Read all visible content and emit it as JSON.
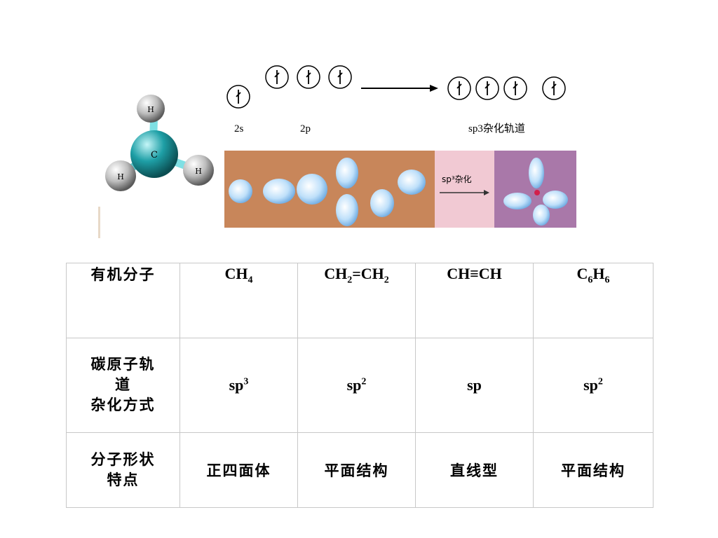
{
  "molecule": {
    "center_atom": "C",
    "outer_atoms": [
      "H",
      "H",
      "H"
    ]
  },
  "orbitals": {
    "s_label": "2s",
    "p_label": "2p",
    "hybrid_label": "sp3杂化轨道",
    "reaction_label": "sp³杂化"
  },
  "table": {
    "row1": {
      "header": "有机分子",
      "cells": [
        {
          "main": "CH",
          "sub": "4"
        },
        {
          "a": "CH",
          "a_sub": "2",
          "b": "=CH",
          "b_sub": "2"
        },
        {
          "main": "CH≡CH"
        },
        {
          "a": "C",
          "a_sub": "6",
          "b": "H",
          "b_sub": "6"
        }
      ]
    },
    "row2": {
      "header_line1": "碳原子轨",
      "header_line2": "道",
      "header_line3": "杂化方式",
      "cells": [
        {
          "base": "sp",
          "sup": "3"
        },
        {
          "base": "sp",
          "sup": "2"
        },
        {
          "base": "sp"
        },
        {
          "base": "sp",
          "sup": "2"
        }
      ]
    },
    "row3": {
      "header_line1": "分子形状",
      "header_line2": "特点",
      "cells": [
        "正四面体",
        "平面结构",
        "直线型",
        "平面结构"
      ]
    }
  },
  "colors": {
    "carbon": "#1e9fa6",
    "hydrogen": "#bdbdbd",
    "bond": "#7fe0e4",
    "photo_left_bg": "#c8865a",
    "photo_mid_bg": "#f1c9d3",
    "photo_right_bg": "#a978a9",
    "lobe": "#bfe0fa"
  }
}
